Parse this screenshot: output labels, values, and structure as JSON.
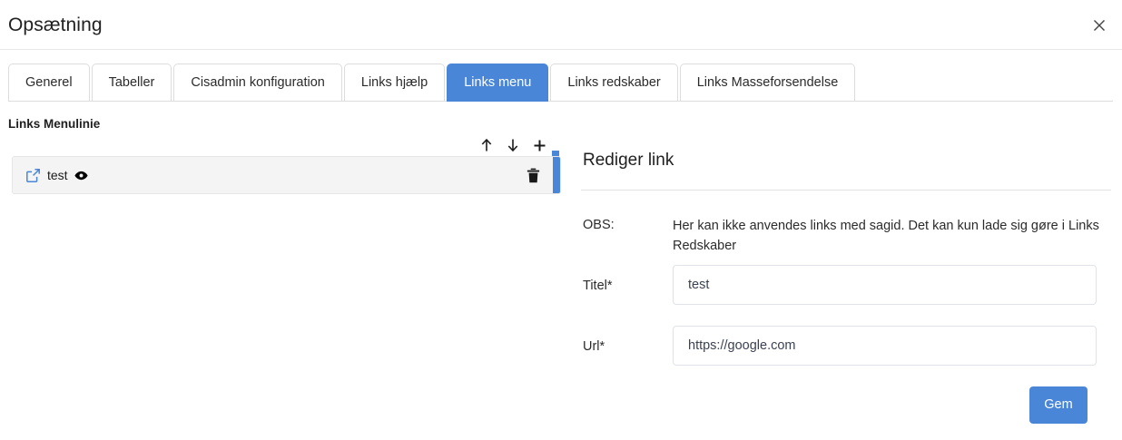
{
  "header": {
    "title": "Opsætning",
    "close_icon": "close-icon"
  },
  "tabs": [
    {
      "label": "Generel",
      "active": false
    },
    {
      "label": "Tabeller",
      "active": false
    },
    {
      "label": "Cisadmin konfiguration",
      "active": false
    },
    {
      "label": "Links hjælp",
      "active": false
    },
    {
      "label": "Links menu",
      "active": true
    },
    {
      "label": "Links redskaber",
      "active": false
    },
    {
      "label": "Links Masseforsendelse",
      "active": false
    }
  ],
  "left": {
    "section_label": "Links Menulinie",
    "toolbar": {
      "move_up_icon": "arrow-up-icon",
      "move_down_icon": "arrow-down-icon",
      "add_icon": "plus-icon"
    },
    "items": [
      {
        "link_icon": "external-link-icon",
        "title": "test",
        "visibility_icon": "eye-icon",
        "delete_icon": "trash-icon"
      }
    ]
  },
  "right": {
    "panel_title": "Rediger link",
    "fields": {
      "note_label": "OBS:",
      "note_text": "Her kan ikke anvendes links med sagid. Det kan kun lade sig gøre i Links Redskaber",
      "title_label": "Titel*",
      "title_value": "test",
      "url_label": "Url*",
      "url_value": "https://google.com"
    },
    "save_label": "Gem"
  },
  "colors": {
    "accent": "#4a86d8",
    "text": "#2b2b2b",
    "row_bg": "#f4f4f4",
    "border": "#dddddd"
  }
}
